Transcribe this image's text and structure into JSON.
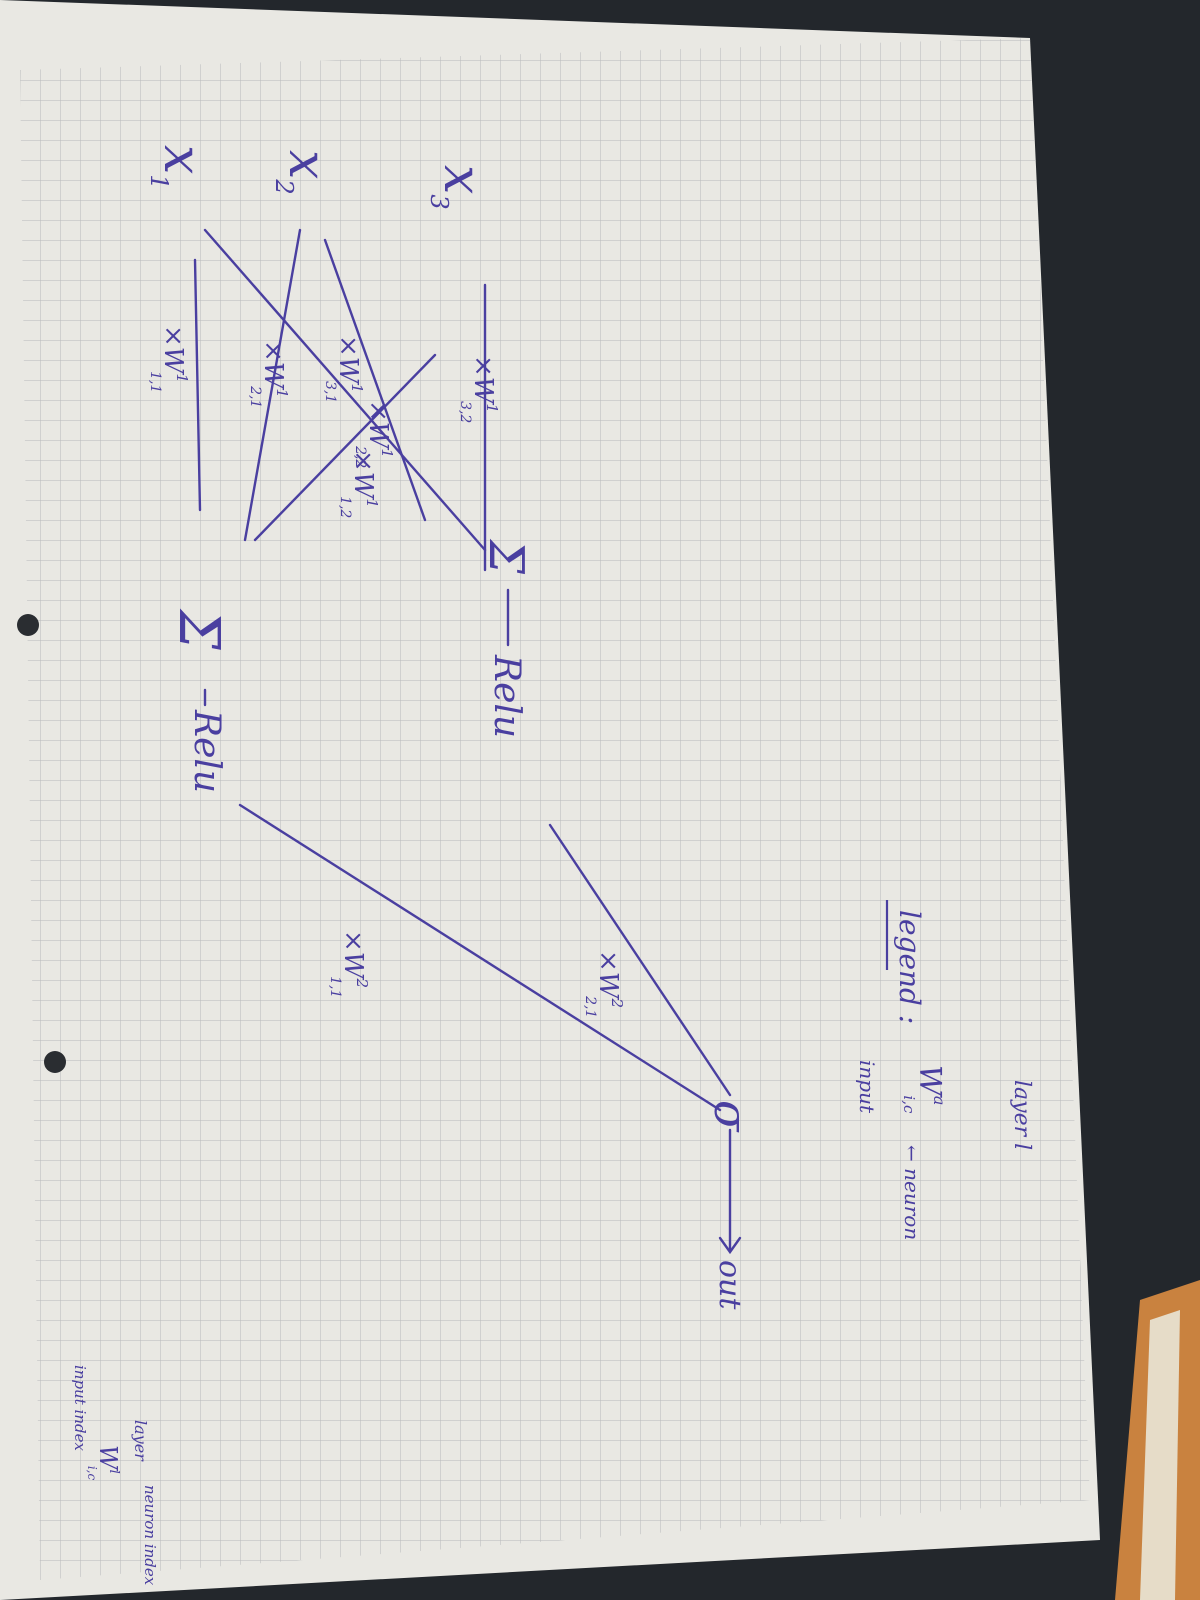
{
  "colors": {
    "ink": "#4a3fa0",
    "paper": "#e9e8e3",
    "grid": "#b7b9bb",
    "desk": "#23272c",
    "book": "#c9823f"
  },
  "network": {
    "inputs": [
      {
        "main": "x",
        "sub": "1"
      },
      {
        "main": "x",
        "sub": "2"
      },
      {
        "main": "x",
        "sub": "3"
      }
    ],
    "hidden": [
      {
        "sum": "Σ",
        "activation": "Relu"
      },
      {
        "sum": "Σ",
        "activation": "Relu"
      }
    ],
    "layer1_weights": [
      {
        "label": "×W",
        "sup": "1",
        "sub": "1,1"
      },
      {
        "label": "×W",
        "sup": "1",
        "sub": "1,2"
      },
      {
        "label": "×W",
        "sup": "1",
        "sub": "2,1"
      },
      {
        "label": "×W",
        "sup": "1",
        "sub": "2,2"
      },
      {
        "label": "×W",
        "sup": "1",
        "sub": "3,1"
      },
      {
        "label": "×W",
        "sup": "1",
        "sub": "3,2"
      }
    ],
    "layer2_weights": [
      {
        "label": "×W",
        "sup": "2",
        "sub": "1,1"
      },
      {
        "label": "×W",
        "sup": "2",
        "sub": "2,1"
      }
    ],
    "output": {
      "node": "σ",
      "label": "out"
    }
  },
  "legend": {
    "title": "legend :",
    "symbol": "W",
    "symbol_sub": "i,c",
    "symbol_sup": "a",
    "layer_label": "layer l",
    "neuron_label": "← neuron",
    "input_label": "input"
  },
  "corner_note": {
    "symbol": "W",
    "symbol_sub": "i,c",
    "symbol_sup": "l",
    "layer_label": "layer",
    "neuron_label": "neuron index",
    "input_label": "input index"
  }
}
